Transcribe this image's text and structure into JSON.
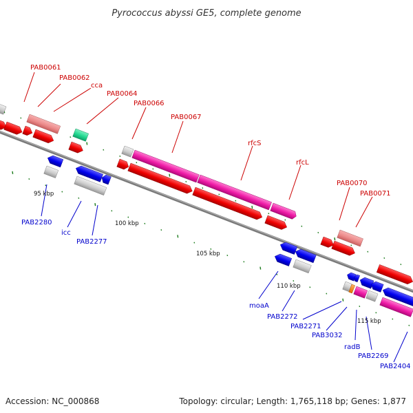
{
  "title": "Pyrococcus abyssi GE5, complete genome",
  "footer": {
    "accession": "Accession: NC_000868",
    "topology": "Topology: circular; Length: 1,765,118 bp; Genes: 1,877"
  },
  "colors": {
    "forward_label": "#cc0000",
    "reverse_label": "#0000cc",
    "backbone": "#7a7a7a",
    "tick": "#1a7a1a"
  },
  "forward_labels": [
    "PAB0061",
    "PAB0062",
    "cca",
    "PAB0064",
    "PAB0066",
    "PAB0067",
    "rfcS",
    "rfcL",
    "PAB0070",
    "PAB0071"
  ],
  "reverse_labels": [
    "PAB2280",
    "icc",
    "PAB2277",
    "moaA",
    "PAB2272",
    "PAB2271",
    "PAB3032",
    "radB",
    "PAB2269",
    "PAB2404"
  ],
  "scale_labels": [
    "95 kbp",
    "100 kbp",
    "105 kbp",
    "110 kbp",
    "115 kbp"
  ]
}
